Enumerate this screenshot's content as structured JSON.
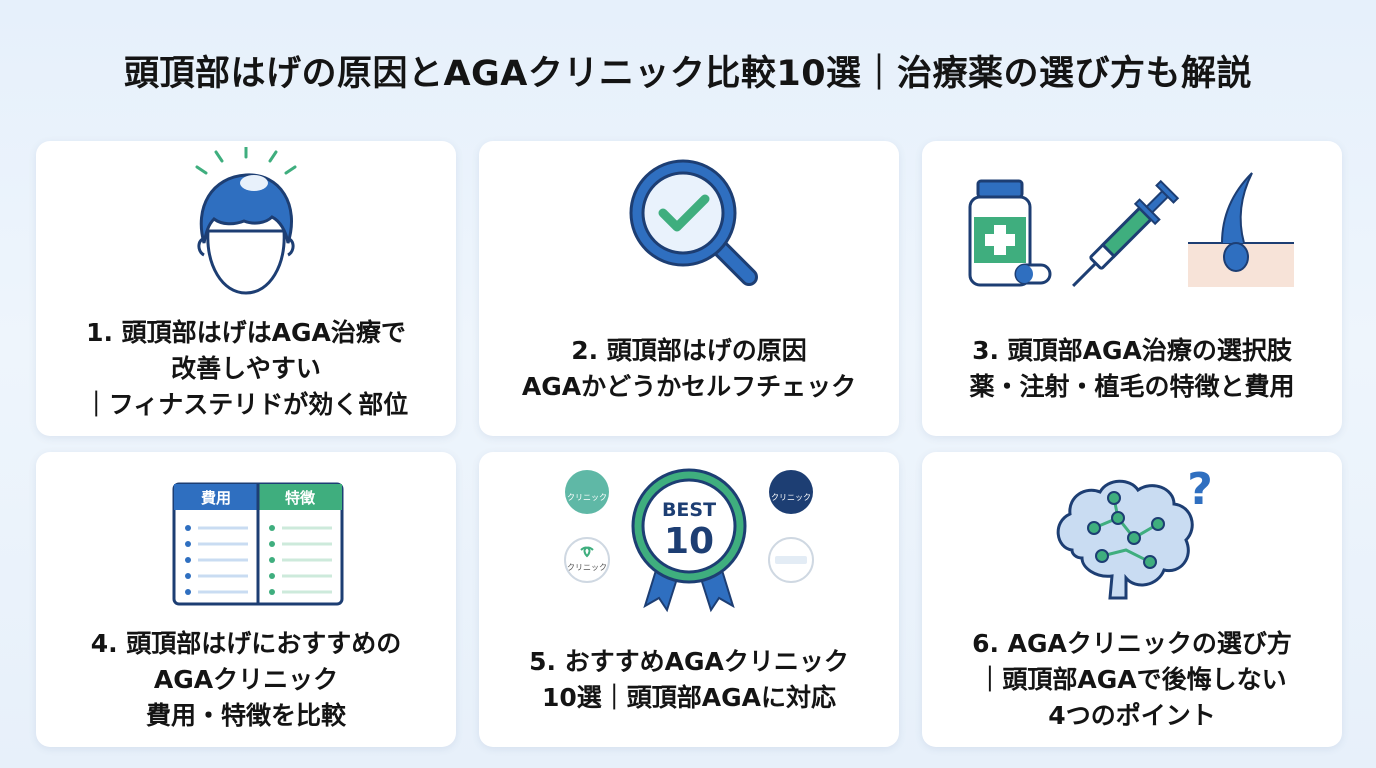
{
  "page": {
    "title": "頭頂部はげの原因とAGAクリニック比較10選｜治療薬の選び方も解説"
  },
  "colors": {
    "primary_blue": "#2f6fc0",
    "accent_green": "#3fae7e",
    "light_blue": "#c9dcf2",
    "card_bg": "#ffffff"
  },
  "cards": [
    {
      "icon": "balding-head-icon",
      "lines": [
        "1. 頭頂部はげはAGA治療で",
        "改善しやすい",
        "｜フィナステリドが効く部位"
      ]
    },
    {
      "icon": "magnifier-check-icon",
      "lines": [
        "2. 頭頂部はげの原因",
        "AGAかどうかセルフチェック"
      ]
    },
    {
      "icon": "treatment-options-icon",
      "lines": [
        "3. 頭頂部AGA治療の選択肢",
        "薬・注射・植毛の特徴と費用"
      ]
    },
    {
      "icon": "comparison-table-icon",
      "table_headers": [
        "費用",
        "特徴"
      ],
      "lines": [
        "4. 頭頂部はげにおすすめの",
        "AGAクリニック",
        "費用・特徴を比較"
      ]
    },
    {
      "icon": "best10-badge-icon",
      "badge_top": "BEST",
      "badge_number": "10",
      "clinic_logo_text": [
        "クリニック",
        "クリニック",
        "クリニック"
      ],
      "lines": [
        "5. おすすめAGAクリニック",
        "10選｜頭頂部AGAに対応"
      ]
    },
    {
      "icon": "brain-question-icon",
      "question_mark": "?",
      "lines": [
        "6. AGAクリニックの選び方",
        "｜頭頂部AGAで後悔しない",
        "4つのポイント"
      ]
    }
  ]
}
